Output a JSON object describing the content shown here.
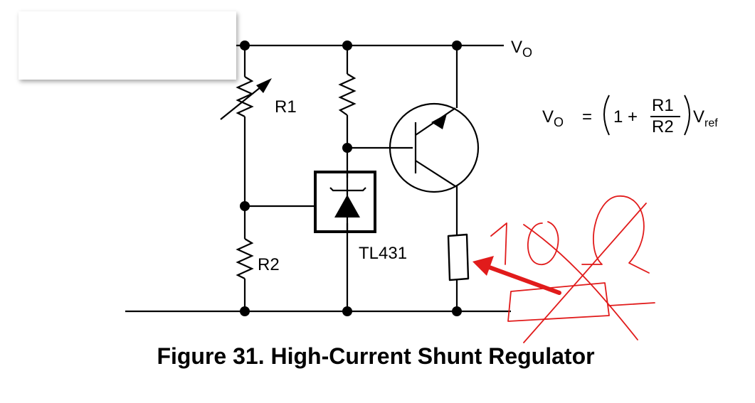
{
  "labels": {
    "vo": "V",
    "vo_sub": "O",
    "r1": "R1",
    "r2": "R2",
    "ic": "TL431"
  },
  "formula": {
    "lhs": "V",
    "lhs_sub": "O",
    "eq": "=",
    "one_plus": "1 +",
    "num": "R1",
    "den": "R2",
    "v": "V",
    "v_sub": "ref"
  },
  "caption": "Figure 31.  High-Current Shunt Regulator",
  "annotations": {
    "handwritten_value": "10Ω"
  },
  "colors": {
    "annotation_ink": "#e11b1b"
  }
}
